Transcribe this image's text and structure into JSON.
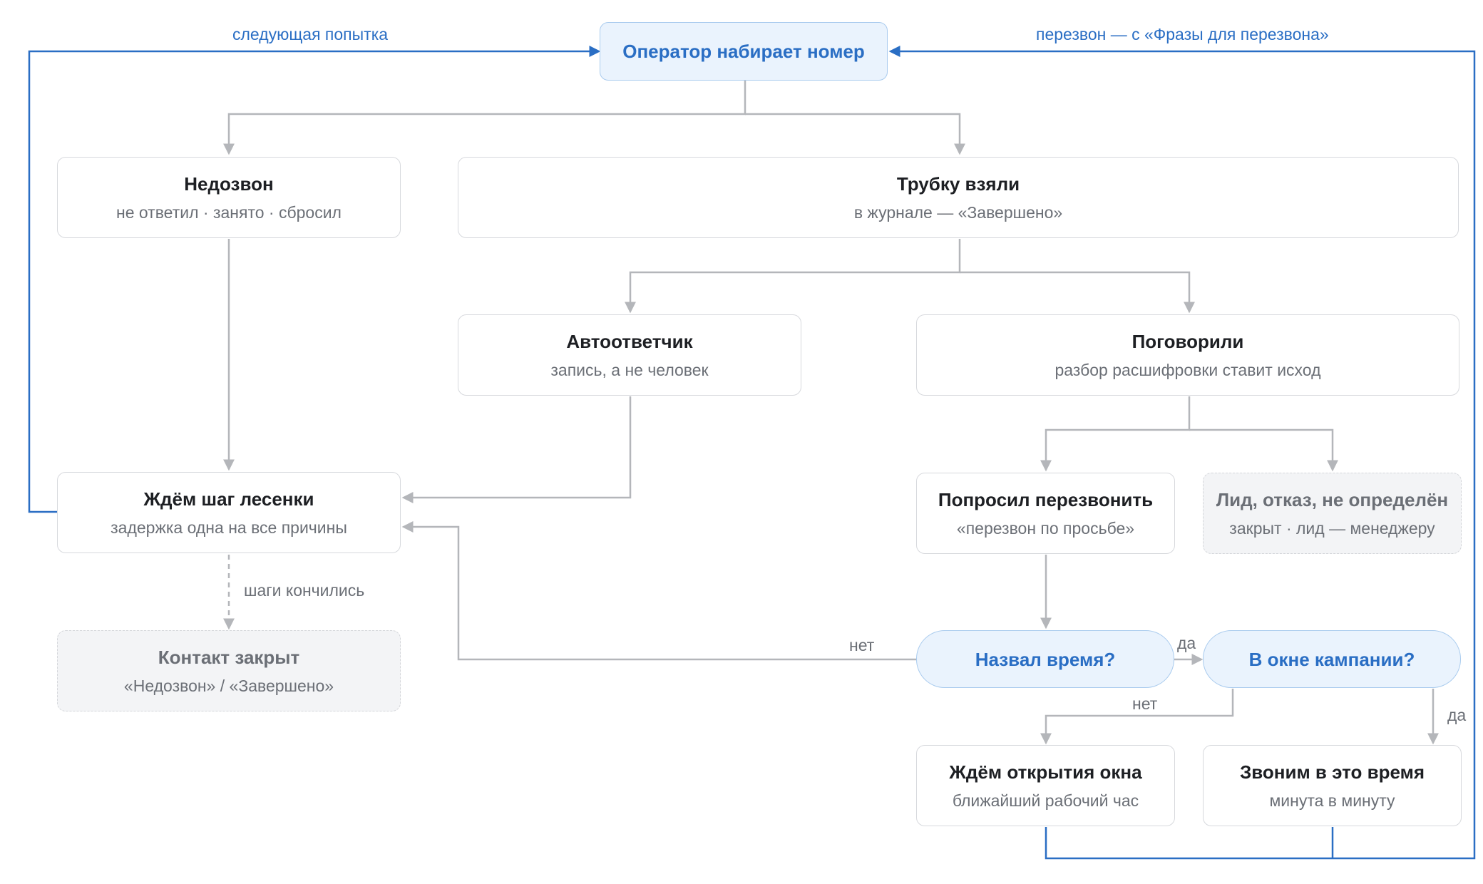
{
  "colors": {
    "edge_gray": "#b4b6ba",
    "edge_blue": "#2a6ec4",
    "accent_fill": "#eaf3fd",
    "dim_fill": "#f3f4f6"
  },
  "nodes": {
    "operator": {
      "title": "Оператор набирает номер"
    },
    "no_answer": {
      "title": "Недозвон",
      "sub": "не ответил · занято · сбросил"
    },
    "picked_up": {
      "title": "Трубку взяли",
      "sub": "в журнале — «Завершено»"
    },
    "answering_machine": {
      "title": "Автоответчик",
      "sub": "запись, а не человек"
    },
    "talked": {
      "title": "Поговорили",
      "sub": "разбор расшифровки ставит исход"
    },
    "wait_step": {
      "title": "Ждём шаг лесенки",
      "sub": "задержка одна на все причины"
    },
    "asked_callback": {
      "title": "Попросил перезвонить",
      "sub": "«перезвон по просьбе»"
    },
    "lead_refusal": {
      "title": "Лид, отказ, не определён",
      "sub": "закрыт · лид — менеджеру"
    },
    "contact_closed": {
      "title": "Контакт закрыт",
      "sub": "«Недозвон» / «Завершено»"
    },
    "named_time": {
      "title": "Назвал время?"
    },
    "in_window": {
      "title": "В окне кампании?"
    },
    "wait_window": {
      "title": "Ждём открытия окна",
      "sub": "ближайший рабочий час"
    },
    "call_at_time": {
      "title": "Звоним в это время",
      "sub": "минута в минуту"
    }
  },
  "edge_labels": {
    "next_attempt": "следующая попытка",
    "callback_phrase": "перезвон — с «Фразы для перезвона»",
    "steps_ended": "шаги кончились",
    "no_1": "нет",
    "yes_1": "да",
    "no_2": "нет",
    "yes_2": "да"
  }
}
